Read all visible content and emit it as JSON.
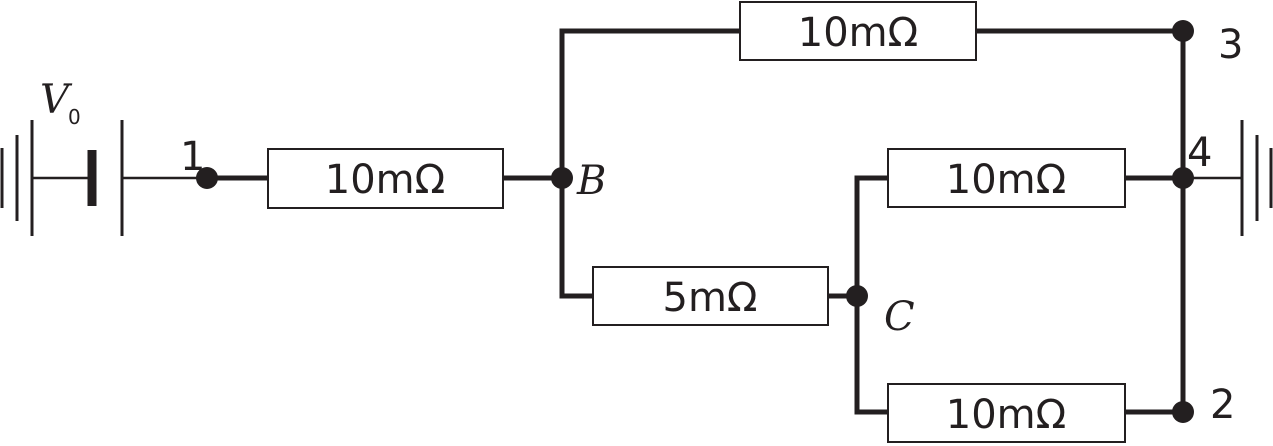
{
  "source": {
    "voltage_symbol": "V",
    "voltage_subscript": "0"
  },
  "resistors": {
    "r_input": "10mΩ",
    "r_top": "10mΩ",
    "r_mid": "5mΩ",
    "r_right_upper": "10mΩ",
    "r_right_lower": "10mΩ"
  },
  "nodes": {
    "n1": "1",
    "n2": "2",
    "n3": "3",
    "n4": "4",
    "nB": "B",
    "nC": "C"
  }
}
